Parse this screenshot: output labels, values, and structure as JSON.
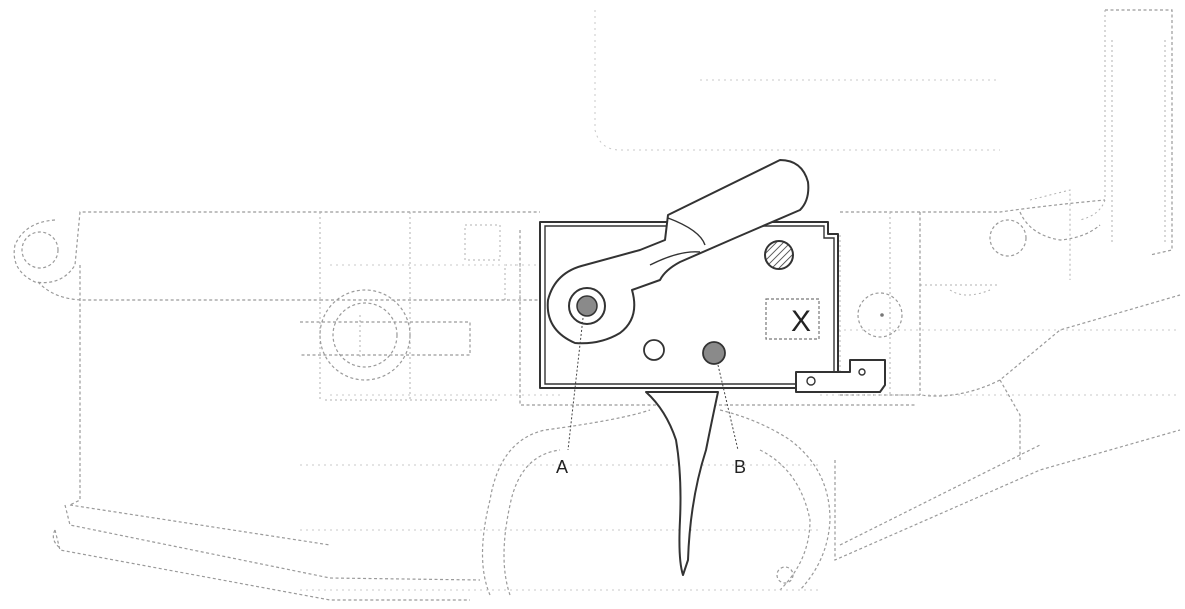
{
  "figure": {
    "labels": {
      "a": "A",
      "b": "B",
      "x": "X"
    }
  }
}
